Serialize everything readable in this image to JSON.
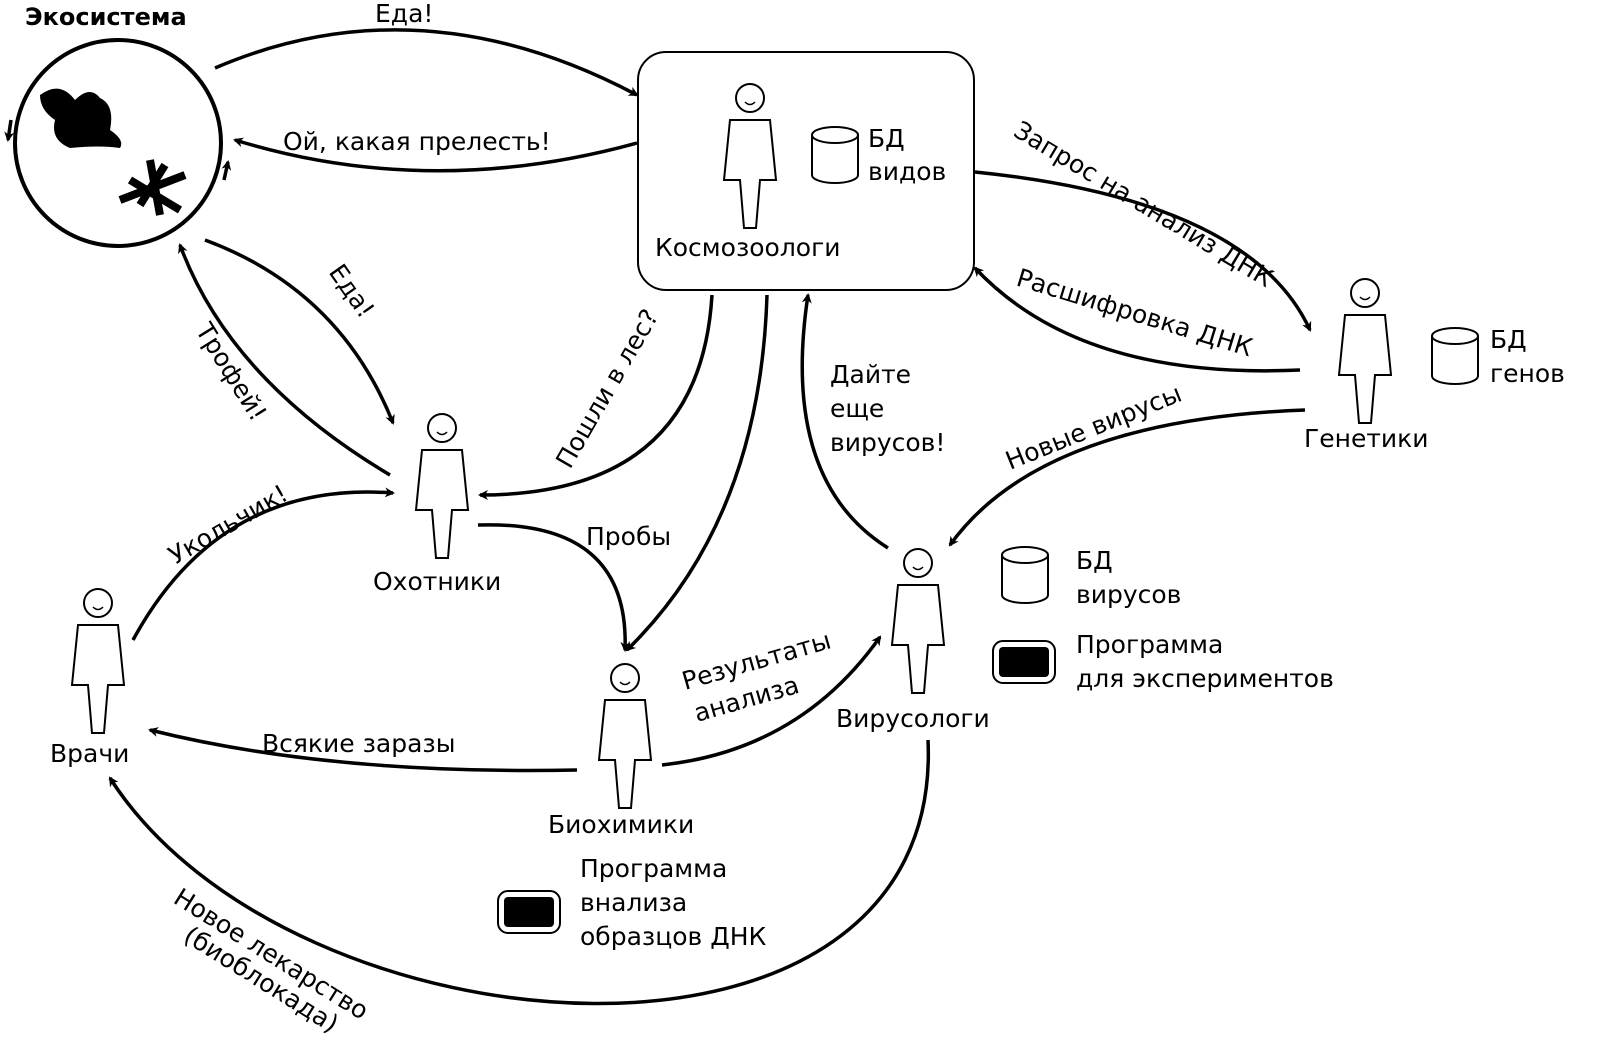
{
  "title": "Экосистема",
  "nodes": {
    "cosmozoologists": "Космозоологи",
    "geneticists": "Генетики",
    "hunters": "Охотники",
    "virologists": "Вирусологи",
    "biochemists": "Биохимики",
    "doctors": "Врачи"
  },
  "resources": {
    "species_db": [
      "БД",
      "видов"
    ],
    "genes_db": [
      "БД",
      "генов"
    ],
    "viruses_db": [
      "БД",
      "вирусов"
    ],
    "experiments_program": [
      "Программа",
      "для экспериментов"
    ],
    "dna_program": [
      "Программа",
      "внализа",
      "образцов ДНК"
    ]
  },
  "edges": {
    "food_top": "Еда!",
    "how_lovely": "Ой, какая прелесть!",
    "dna_request": "Запрос на анализ ДНК",
    "dna_decoding": "Расшифровка ДНК",
    "new_viruses": "Новые вирусы",
    "more_viruses": [
      "Дайте",
      "еще",
      "вирусов!"
    ],
    "go_to_forest": "Пошли в лес?",
    "food_hunters": "Еда!",
    "trophy": "Трофей!",
    "injection": "Укольчик!",
    "samples": "Пробы",
    "germs": "Всякие заразы",
    "analysis_results": [
      "Результаты",
      "анализа"
    ],
    "new_medicine": [
      "Новое лекарство",
      "(биоблокада)"
    ]
  },
  "colors": {
    "stroke": "#000000",
    "background": "#ffffff"
  }
}
